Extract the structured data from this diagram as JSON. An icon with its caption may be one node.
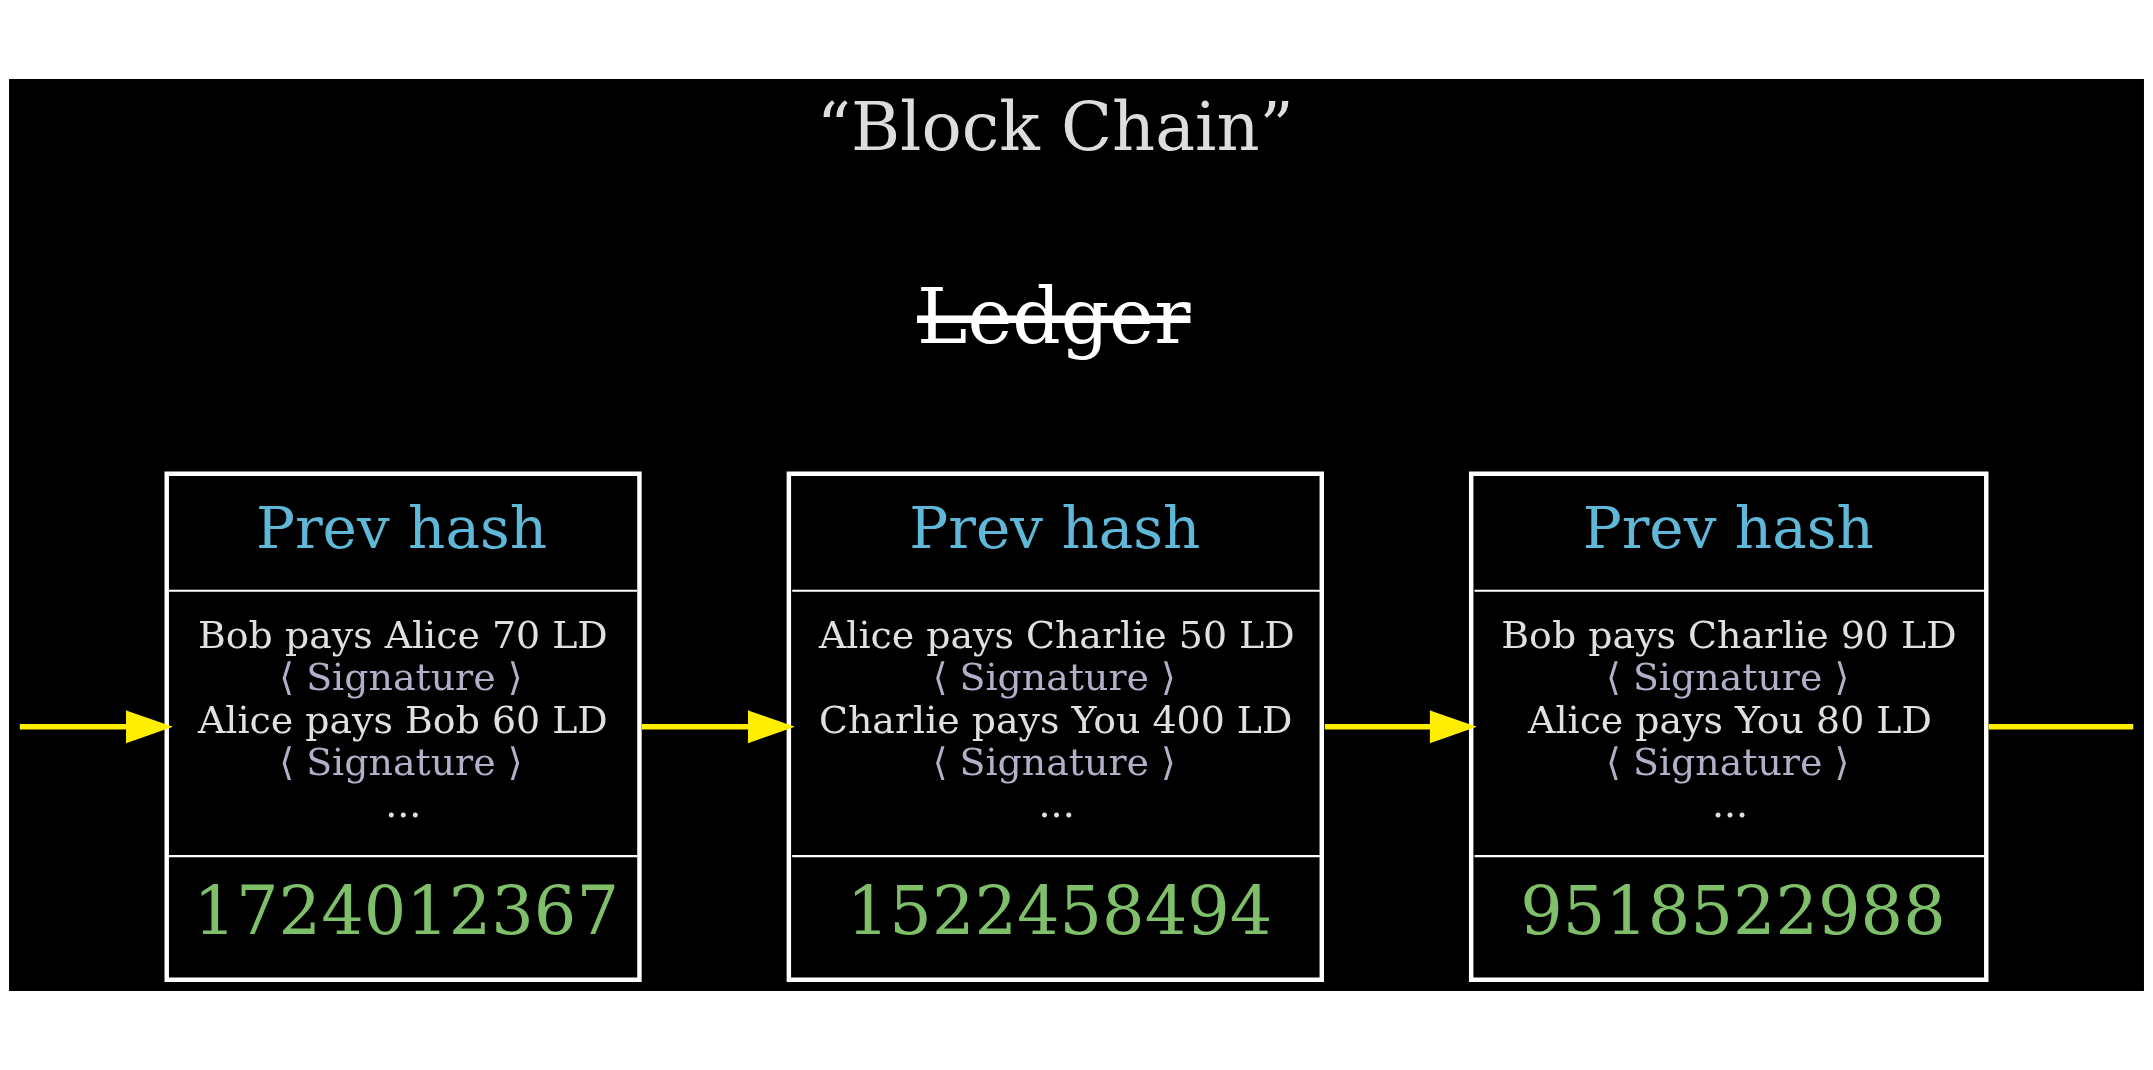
{
  "diagram": {
    "nodes": [
      {
        "text": [
          "Prev hash",
          "Bob pays Alice 70 LD",
          "⟨ Signature ⟩",
          "Alice pays Bob 60 LD",
          "⟨ Signature ⟩",
          "...",
          "1724012367"
        ]
      },
      {
        "text": [
          "Prev hash",
          "Alice pays Charlie 50 LD",
          "⟨ Signature ⟩",
          "Charlie pays You 400 LD",
          "⟨ Signature ⟩",
          "...",
          "1522458494"
        ]
      },
      {
        "text": [
          "Prev hash",
          "Bob pays Charlie 90 LD",
          "⟨ Signature ⟩",
          "Alice pays You 80 LD",
          "⟨ Signature ⟩",
          "...",
          "9518522988"
        ]
      }
    ],
    "edges": [
      {
        "from": null,
        "to": 0,
        "arrow": "to"
      },
      {
        "from": 0,
        "to": 1,
        "arrow": "to"
      },
      {
        "from": 1,
        "to": 2,
        "arrow": "to"
      },
      {
        "from": 2,
        "to": null,
        "arrow": "none"
      }
    ],
    "labels": [
      "Ledger",
      "“Block Chain”"
    ]
  }
}
